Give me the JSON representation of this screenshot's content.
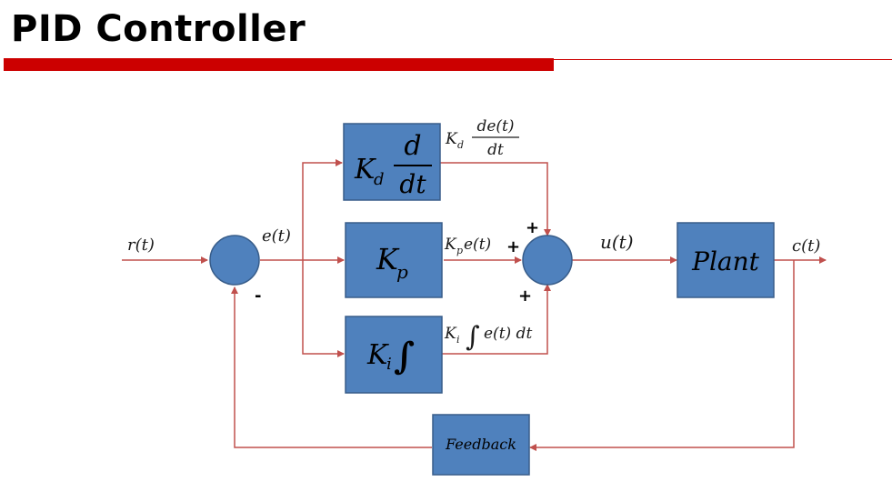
{
  "slide": {
    "title": "PID Controller",
    "accent_color": "#cc0000",
    "block_fill": "#4f81bd",
    "block_stroke": "#385d8a",
    "wire_color": "#c0504d"
  },
  "signals": {
    "reference": "r(t)",
    "error": "e(t)",
    "control": "u(t)",
    "output": "c(t)"
  },
  "blocks": {
    "derivative": {
      "gain": "K",
      "sub": "d",
      "num": "d",
      "den": "dt"
    },
    "proportional": {
      "gain": "K",
      "sub": "p"
    },
    "integral": {
      "gain": "K",
      "sub": "i",
      "symbol": "∫"
    },
    "plant": {
      "label": "Plant"
    },
    "feedback": {
      "label": "Feedback"
    }
  },
  "terms": {
    "derivative": {
      "gain": "K",
      "sub": "d",
      "num": "de(t)",
      "den": "dt"
    },
    "proportional": {
      "gain": "K",
      "sub": "p",
      "rest": "e(t)"
    },
    "integral": {
      "gain": "K",
      "sub": "i",
      "symbol": "∫",
      "rest": "e(t) dt"
    }
  },
  "signs": {
    "feedback_minus": "-",
    "top_plus": "+",
    "mid_plus": "+",
    "bottom_plus": "+"
  }
}
